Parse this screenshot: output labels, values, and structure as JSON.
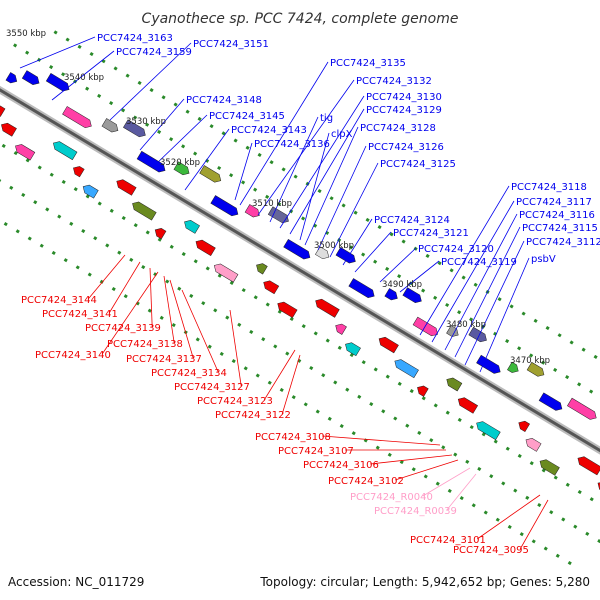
{
  "title": "Cyanothece sp. PCC 7424, complete genome",
  "accession": "Accession: NC_011729",
  "summary": "Topology: circular; Length: 5,942,652 bp; Genes: 5,280",
  "colors": {
    "forward_gene": "#0000ee",
    "reverse_gene": "#ee0000",
    "rna_gene": "#ff9ec8",
    "backbone": "#888888",
    "tick_mark": "#2a8a2a"
  },
  "kbp_ticks": [
    "3550 kbp",
    "3540 kbp",
    "3530 kbp",
    "3520 kbp",
    "3510 kbp",
    "3500 kbp",
    "3490 kbp",
    "3480 kbp",
    "3470 kbp"
  ],
  "forward_labels": [
    "PCC7424_3163",
    "PCC7424_3159",
    "PCC7424_3151",
    "PCC7424_3148",
    "PCC7424_3145",
    "PCC7424_3143",
    "PCC7424_3136",
    "PCC7424_3135",
    "PCC7424_3132",
    "tig",
    "PCC7424_3130",
    "PCC7424_3129",
    "clpX",
    "PCC7424_3128",
    "PCC7424_3126",
    "PCC7424_3125",
    "PCC7424_3124",
    "PCC7424_3121",
    "PCC7424_3120",
    "PCC7424_3119",
    "PCC7424_3118",
    "PCC7424_3117",
    "PCC7424_3116",
    "PCC7424_3115",
    "PCC7424_3112",
    "psbV"
  ],
  "reverse_labels": [
    "PCC7424_3144",
    "PCC7424_3141",
    "PCC7424_3139",
    "PCC7424_3140",
    "PCC7424_3138",
    "PCC7424_3137",
    "PCC7424_3134",
    "PCC7424_3127",
    "PCC7424_3123",
    "PCC7424_3122",
    "PCC7424_3108",
    "PCC7424_3107",
    "PCC7424_3106",
    "PCC7424_3102",
    "PCC7424_R0040",
    "PCC7424_R0039",
    "PCC7424_3101",
    "PCC7424_3095"
  ]
}
